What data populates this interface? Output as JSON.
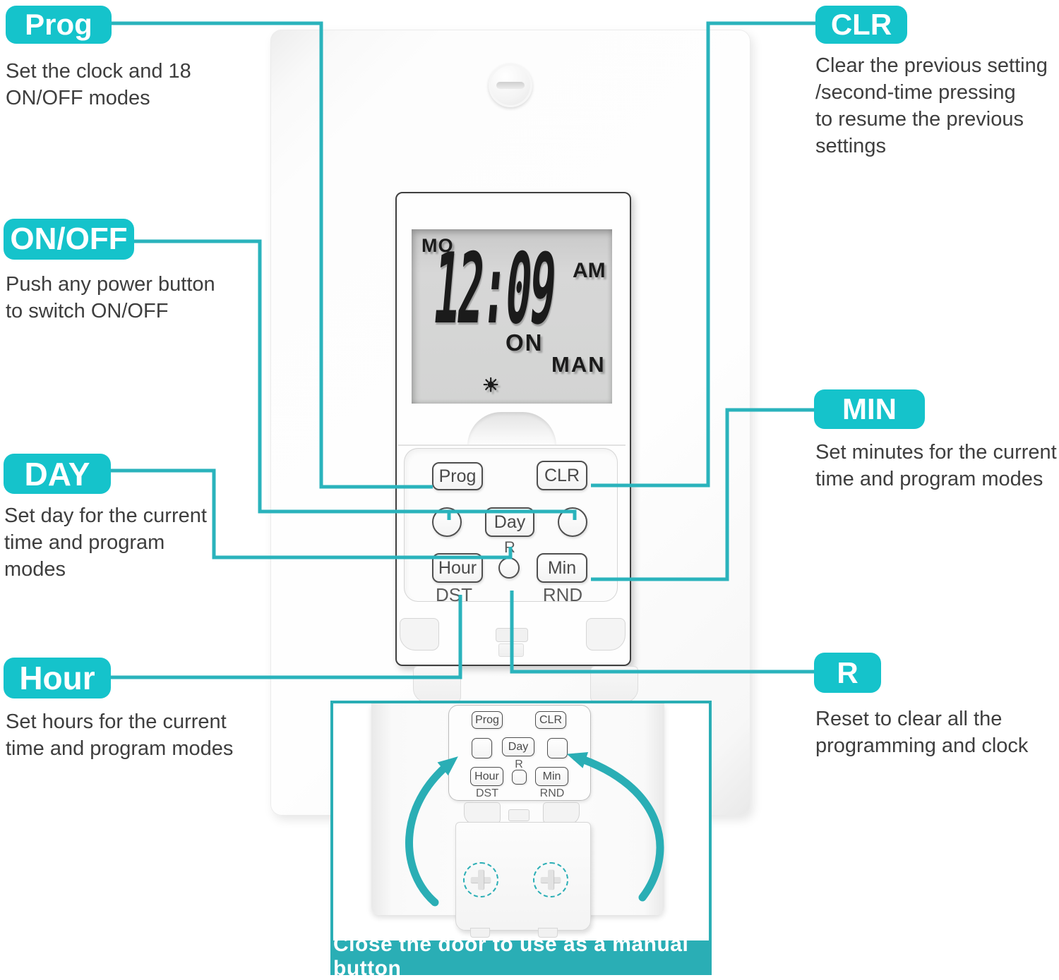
{
  "colors": {
    "badge_teal": "#15c3cb",
    "line_teal": "#2ab3bc",
    "banner_teal": "#2aaeb5",
    "text_ink": "#3e3e3e"
  },
  "callouts": {
    "prog": {
      "label": "Prog",
      "desc": "Set the clock and 18\nON/OFF modes"
    },
    "clr": {
      "label": "CLR",
      "desc": "Clear the previous setting\n/second-time pressing\nto resume the previous\nsettings"
    },
    "onoff": {
      "label": "ON/OFF",
      "desc": "Push any power button\nto switch ON/OFF"
    },
    "day": {
      "label": "DAY",
      "desc": "Set day for the current\ntime and program\nmodes"
    },
    "hour": {
      "label": "Hour",
      "desc": "Set hours for the current\ntime and program modes"
    },
    "min": {
      "label": "MIN",
      "desc": "Set minutes for the current\ntime and program modes"
    },
    "r": {
      "label": "R",
      "desc": "Reset to clear all the\nprogramming and clock"
    }
  },
  "display": {
    "weekday": "MO",
    "time": "12:09",
    "meridiem": "AM",
    "state": "ON",
    "mode": "MAN",
    "daylight_icon": "☀"
  },
  "buttons": {
    "prog": "Prog",
    "clr": "CLR",
    "day": "Day",
    "hour": "Hour",
    "min": "Min",
    "reset": "R",
    "dst": "DST",
    "rnd": "RND"
  },
  "inset": {
    "caption": "Close the door to use as a manual button"
  }
}
